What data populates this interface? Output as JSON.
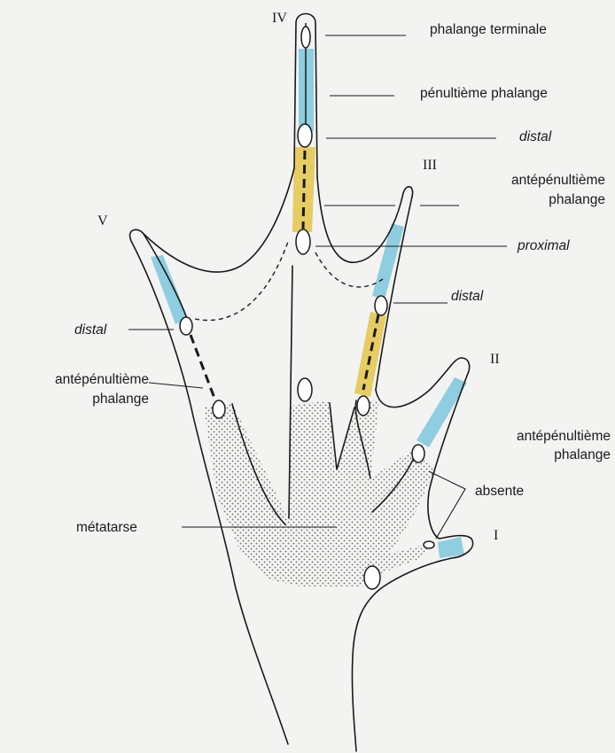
{
  "colors": {
    "background": "#f3f3f1",
    "blue_phalanx": "#8fcde0",
    "yellow_phalanx": "#e6cc63",
    "stipple": "#6b6b6b",
    "ink": "#1a1a1a"
  },
  "digits": {
    "I": "I",
    "II": "II",
    "III": "III",
    "IV": "IV",
    "V": "V"
  },
  "labels": {
    "phalange_terminale": "phalange terminale",
    "penultieme_phalange": "pénultième phalange",
    "distal_iv": "distal",
    "antepenultieme_iv_line1": "antépénultième",
    "antepenultieme_iv_line2": "phalange",
    "proximal": "proximal",
    "distal_iii": "distal",
    "distal_v": "distal",
    "antepenultieme_v_line1": "antépénultième",
    "antepenultieme_v_line2": "phalange",
    "antepenultieme_ii_line1": "antépénultième",
    "antepenultieme_ii_line2": "phalange",
    "absente": "absente",
    "metatarse": "métatarse"
  }
}
